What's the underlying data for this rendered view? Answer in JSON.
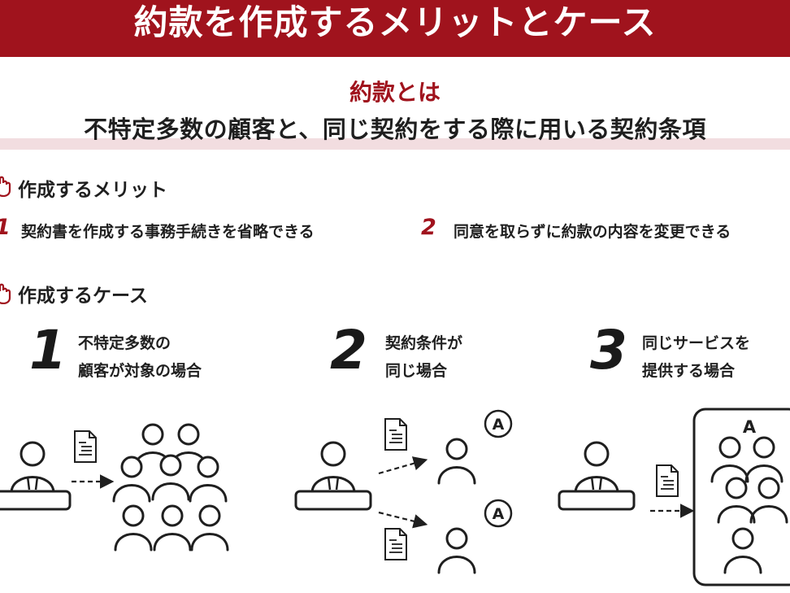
{
  "header": {
    "title": "約款を作成するメリットとケース"
  },
  "definition": {
    "label": "約款とは",
    "text": "不特定多数の顧客と、同じ契約をする際に用いる契約条項"
  },
  "merits": {
    "title": "作成するメリット",
    "items": [
      {
        "num": "1",
        "text": "契約書を作成する事務手続きを省略できる"
      },
      {
        "num": "2",
        "text": "同意を取らずに約款の内容を変更できる"
      }
    ]
  },
  "cases": {
    "title": "作成するケース",
    "items": [
      {
        "num": "1",
        "lines": [
          "不特定多数の",
          "顧客が対象の場合"
        ]
      },
      {
        "num": "2",
        "lines": [
          "契約条件が",
          "同じ場合"
        ]
      },
      {
        "num": "3",
        "lines": [
          "同じサービスを",
          "提供する場合"
        ]
      }
    ]
  },
  "illustration": {
    "badge_letter": "A"
  },
  "colors": {
    "accent": "#a0131d",
    "band": "#f2dde0",
    "ink": "#1f1f1f"
  }
}
